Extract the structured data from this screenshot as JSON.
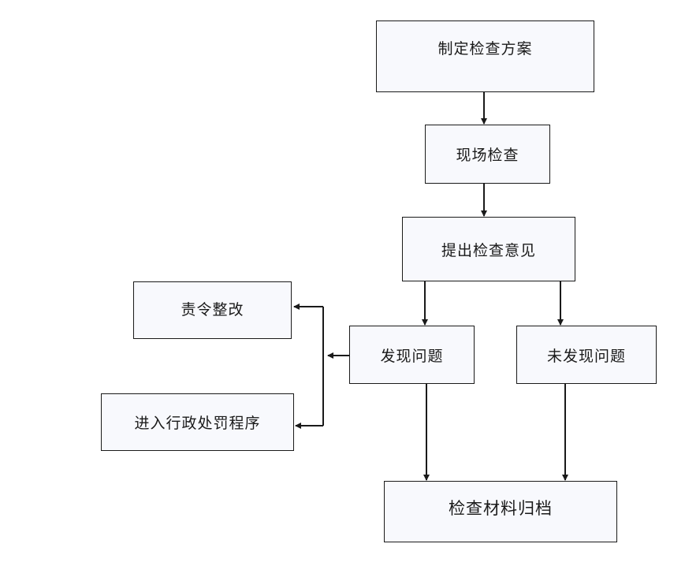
{
  "nodes": {
    "make_plan": "制定检查方案",
    "onsite_inspection": "现场检查",
    "give_opinion": "提出检查意见",
    "problem_found": "发现问题",
    "no_problem_found": "未发现问题",
    "order_rectification": "责令整改",
    "administrative_penalty": "进入行政处罚程序",
    "archive_materials": "检查材料归档"
  },
  "colors": {
    "box_fill": "#f8f9fd",
    "stroke": "#1a1a1a",
    "background": "#ffffff"
  }
}
